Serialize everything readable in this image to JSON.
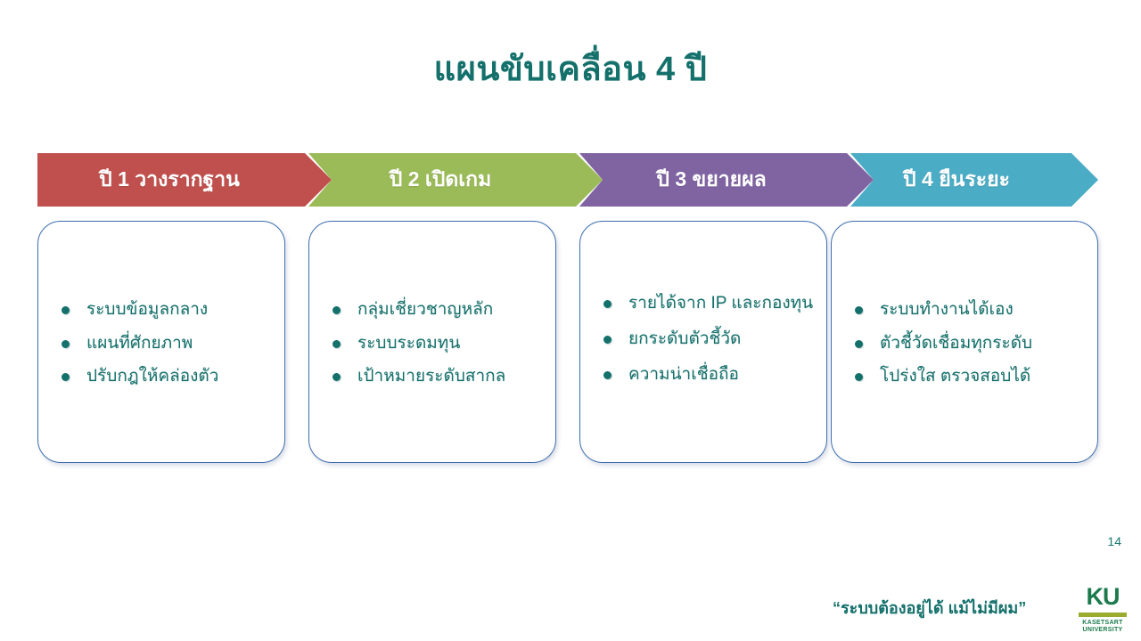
{
  "slide": {
    "title": "แผนขับเคลื่อน 4 ปี",
    "page_number": "14"
  },
  "phases": [
    {
      "header": "ปี 1 วางรากฐาน",
      "color": "#c0504d",
      "bullets": [
        "ระบบข้อมูลกลาง",
        "แผนที่ศักยภาพ",
        "ปรับกฎให้คล่องตัว"
      ]
    },
    {
      "header": "ปี 2 เปิดเกม",
      "color": "#9bbb59",
      "bullets": [
        "กลุ่มเชี่ยวชาญหลัก",
        "ระบบระดมทุน",
        "เป้าหมายระดับสากล"
      ]
    },
    {
      "header": "ปี 3 ขยายผล",
      "color": "#8064a2",
      "bullets": [
        "รายได้จาก IP และกองทุน",
        "ยกระดับตัวชี้วัด",
        "ความน่าเชื่อถือ"
      ]
    },
    {
      "header": "ปี 4 ยืนระยะ",
      "color": "#4bacc6",
      "bullets": [
        "ระบบทำงานได้เอง",
        "ตัวชี้วัดเชื่อมทุกระดับ",
        "โปร่งใส ตรวจสอบได้"
      ]
    }
  ],
  "footer": {
    "quote": "“ระบบต้องอยู่ได้ แม้ไม่มีผม”",
    "logo_mark": "KU",
    "logo_name_line1": "KASETSART",
    "logo_name_line2": "UNIVERSITY"
  },
  "theme": {
    "title_color": "#14706b",
    "text_color": "#14706b",
    "card_border": "#3f6fb0",
    "logo_green": "#1b7a4b",
    "logo_olive": "#9aab2e"
  }
}
